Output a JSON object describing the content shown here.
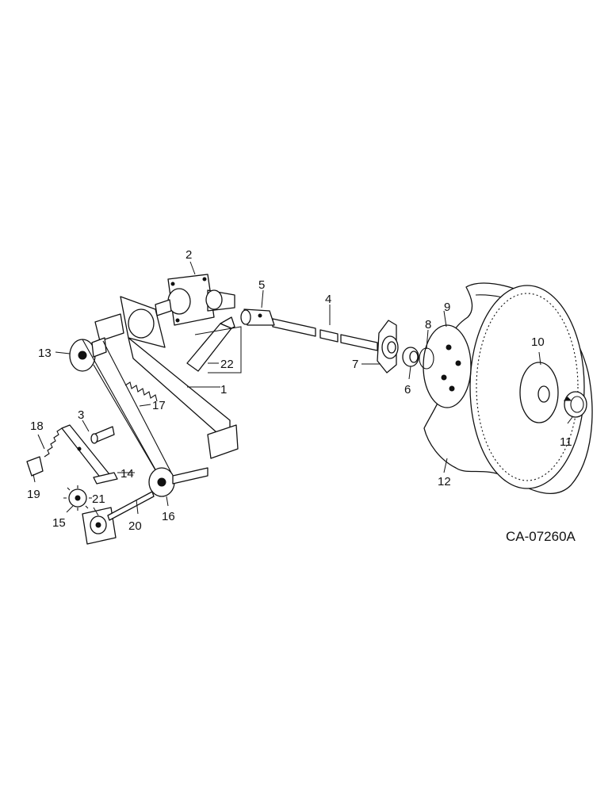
{
  "drawing_code": "CA-07260A",
  "callouts": {
    "c1": "1",
    "c2": "2",
    "c3": "3",
    "c4": "4",
    "c5": "5",
    "c6": "6",
    "c7": "7",
    "c8": "8",
    "c9": "9",
    "c10": "10",
    "c11": "11",
    "c12": "12",
    "c13": "13",
    "c14": "14",
    "c15": "15",
    "c16": "16",
    "c17": "17",
    "c18": "18",
    "c19": "19",
    "c20": "20",
    "c21": "21",
    "c22": "22"
  }
}
